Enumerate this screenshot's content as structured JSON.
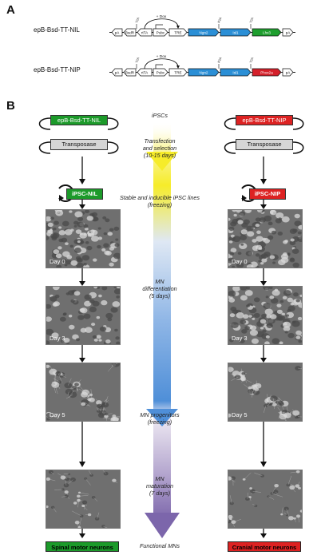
{
  "panel_a": {
    "letter": "A",
    "constructs": [
      {
        "name": "epB-Bsd-TT-NIL",
        "plus_dox": "+ Dox",
        "elements": [
          "pA",
          "BsdR",
          "rtTA",
          "Pubc",
          "TRE",
          "Ngn2",
          "Isl1",
          "Lhx3",
          "pA"
        ],
        "peptides": [
          "T2A",
          "P2A",
          "T2A"
        ],
        "last_gene_color": "#1e9e2e"
      },
      {
        "name": "epB-Bsd-TT-NIP",
        "plus_dox": "+ Dox",
        "elements": [
          "pA",
          "BsdR",
          "rtTA",
          "Pubc",
          "TRE",
          "Ngn2",
          "Isl1",
          "Phox2a",
          "pA"
        ],
        "peptides": [
          "T2A",
          "P2A",
          "T2A"
        ],
        "last_gene_color": "#d4202a"
      }
    ],
    "gene_blue": "#2b8fd6"
  },
  "panel_b": {
    "letter": "B",
    "left": {
      "plasmid": "epB-Bsd-TT-NIL",
      "transposase": "Transposase",
      "line": "iPSC-NIL",
      "days": [
        "Day 0",
        "Day 3",
        "Day 5"
      ],
      "final_label": "Spinal motor neurons",
      "color": "#1c9a2a"
    },
    "right": {
      "plasmid": "epB-Bsd-TT-NIP",
      "transposase": "Transposase",
      "line": "iPSC-NIP",
      "days": [
        "Day 0",
        "Day 3",
        "Day 5"
      ],
      "final_label": "Cranial motor neurons",
      "color": "#dd2222"
    },
    "center_steps": [
      "iPSCs",
      "Transfection\nand selection\n(10-15 days)",
      "Stable and inducible iPSC lines\n(freezing)",
      "MN\ndifferentiation\n(5 days)",
      "MN progenitors\n(freezing)",
      "MN\nmaturation\n(7 days)",
      "Functional MNs"
    ],
    "arrow_colors": {
      "yellow": "#f6ec2a",
      "blue": "#4f8fd8",
      "purple": "#8b76b6"
    }
  }
}
